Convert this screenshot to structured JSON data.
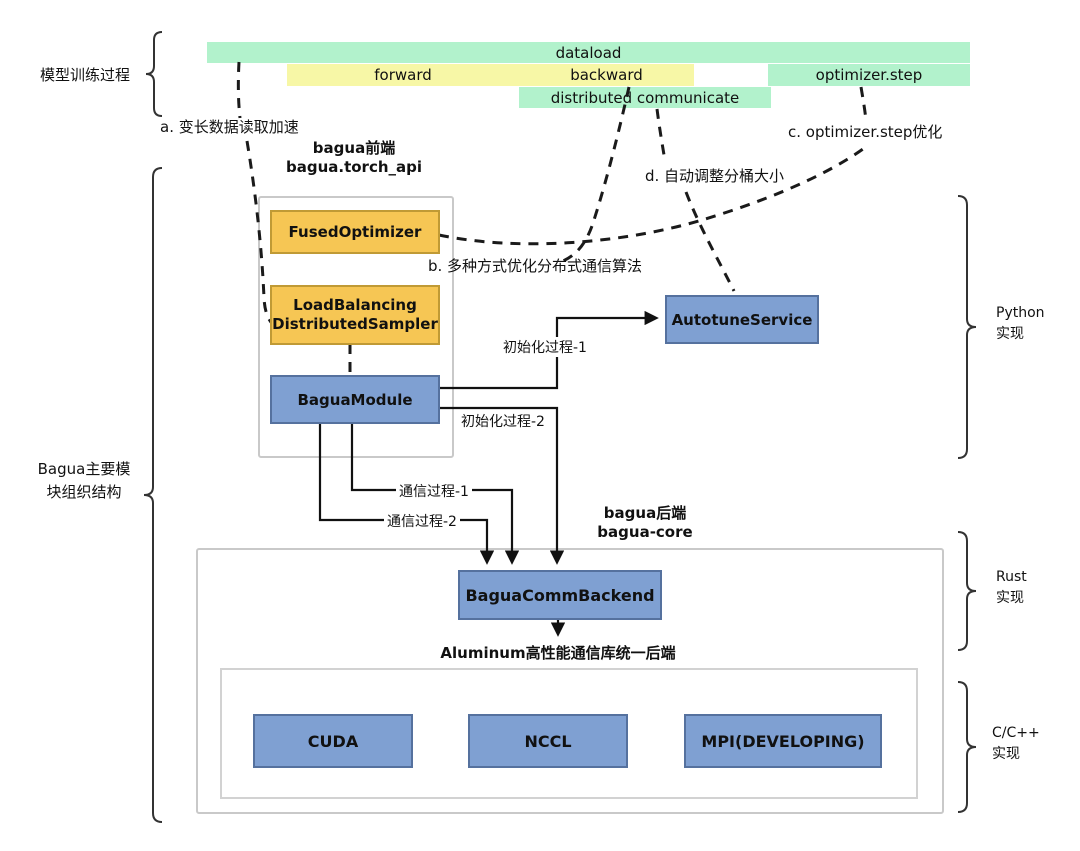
{
  "timeline": {
    "dataload": "dataload",
    "forward": "forward",
    "backward": "backward",
    "optimizer_step": "optimizer.step",
    "distributed_communicate": "distributed communicate"
  },
  "annotations": {
    "a": "a. 变长数据读取加速",
    "b": "b. 多种方式优化分布式通信算法",
    "c": "c. optimizer.step优化",
    "d": "d. 自动调整分桶大小"
  },
  "left_labels": {
    "training_process": "模型训练过程",
    "bagua_modules": "Bagua主要模\n块组织结构"
  },
  "frontend": {
    "title_line1": "bagua前端",
    "title_line2": "bagua.torch_api",
    "fused_optimizer": "FusedOptimizer",
    "load_balancing_sampler": "LoadBalancing\nDistributedSampler",
    "bagua_module": "BaguaModule",
    "autotune_service": "AutotuneService"
  },
  "processes": {
    "init_1": "初始化过程-1",
    "init_2": "初始化过程-2",
    "comm_1": "通信过程-1",
    "comm_2": "通信过程-2"
  },
  "backend": {
    "title_line1": "bagua后端",
    "title_line2": "bagua-core",
    "comm_backend": "BaguaCommBackend",
    "aluminum_label": "Aluminum高性能通信库统一后端",
    "libs": [
      "CUDA",
      "NCCL",
      "MPI(DEVELOPING)"
    ]
  },
  "right_labels": {
    "python": "Python\n实现",
    "rust": "Rust\n实现",
    "cpp": "C/C++\n实现"
  },
  "colors": {
    "bar_green": "#b2f2cc",
    "bar_yellow": "#f7f7a6",
    "box_orange": "#f6c654",
    "box_blue": "#7fa0d2"
  }
}
